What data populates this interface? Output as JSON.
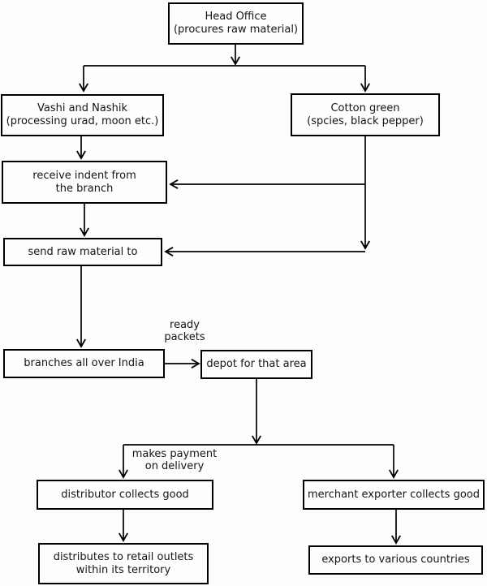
{
  "diagram": {
    "type": "flowchart",
    "background_color": "#fdfdfd",
    "line_color": "#000000",
    "node_border_color": "#000000",
    "nodes": {
      "head_office": {
        "lines": [
          "Head Office",
          "(procures raw material)"
        ]
      },
      "vashi_nashik": {
        "lines": [
          "Vashi and Nashik",
          "(processing urad, moon etc.)"
        ]
      },
      "cotton_green": {
        "lines": [
          "Cotton green",
          "(spcies, black pepper)"
        ]
      },
      "receive_indent": {
        "lines": [
          "receive indent from",
          "the branch"
        ]
      },
      "send_raw": {
        "lines": [
          "send raw material to"
        ]
      },
      "branches_india": {
        "lines": [
          "branches all over India"
        ]
      },
      "depot_area": {
        "lines": [
          "depot for that area"
        ]
      },
      "distributor": {
        "lines": [
          "distributor collects good"
        ]
      },
      "merchant": {
        "lines": [
          "merchant exporter collects good"
        ]
      },
      "retail_outlets": {
        "lines": [
          "distributes to retail outlets",
          "within its territory"
        ]
      },
      "exports": {
        "lines": [
          "exports to various countries"
        ]
      }
    },
    "edge_labels": {
      "ready_packets": {
        "lines": [
          "ready",
          "packets"
        ]
      },
      "makes_payment": {
        "lines": [
          "makes payment",
          "on delivery"
        ]
      }
    }
  }
}
